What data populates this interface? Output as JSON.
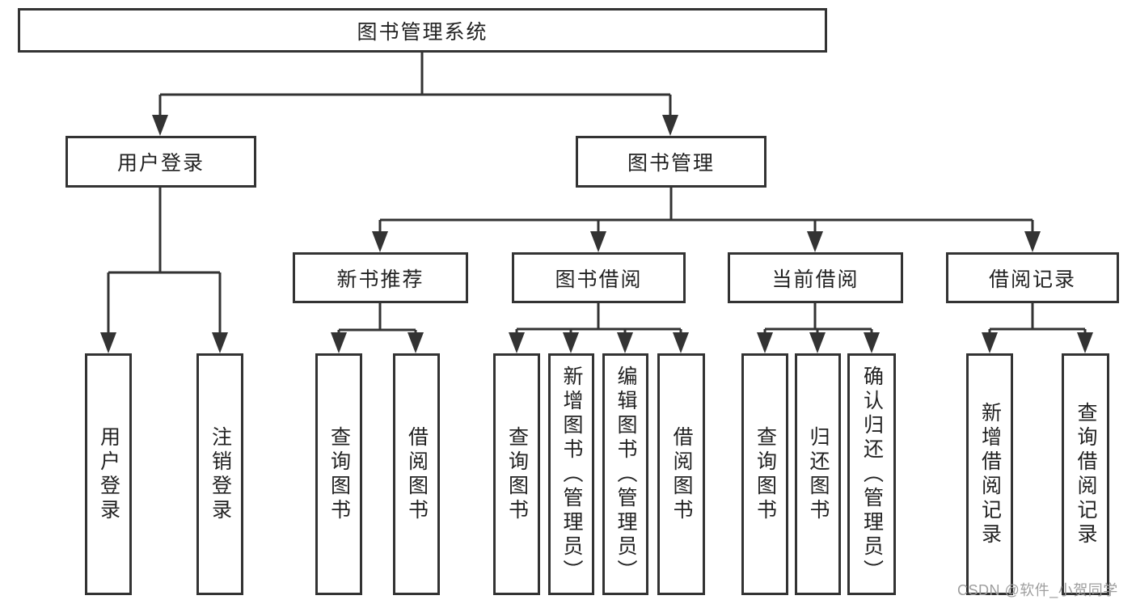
{
  "diagram": {
    "tree": {
      "label": "图书管理系统",
      "children": [
        {
          "label": "用户登录",
          "children": [
            {
              "label": "用户登录"
            },
            {
              "label": "注销登录"
            }
          ]
        },
        {
          "label": "图书管理",
          "children": [
            {
              "label": "新书推荐",
              "children": [
                {
                  "label": "查询图书"
                },
                {
                  "label": "借阅图书"
                }
              ]
            },
            {
              "label": "图书借阅",
              "children": [
                {
                  "label": "查询图书"
                },
                {
                  "label": "新增图书（管理员）"
                },
                {
                  "label": "编辑图书（管理员）"
                },
                {
                  "label": "借阅图书"
                }
              ]
            },
            {
              "label": "当前借阅",
              "children": [
                {
                  "label": "查询图书"
                },
                {
                  "label": "归还图书"
                },
                {
                  "label": "确认归还（管理员）"
                }
              ]
            },
            {
              "label": "借阅记录",
              "children": [
                {
                  "label": "新增借阅记录"
                },
                {
                  "label": "查询借阅记录"
                }
              ]
            }
          ]
        }
      ]
    }
  },
  "watermark": {
    "text": "CSDN @软件_小贺同学",
    "color": "#9e9e9e"
  },
  "colors": {
    "line": "#333333",
    "box_border": "#333333",
    "text": "#222222",
    "background": "#ffffff"
  }
}
